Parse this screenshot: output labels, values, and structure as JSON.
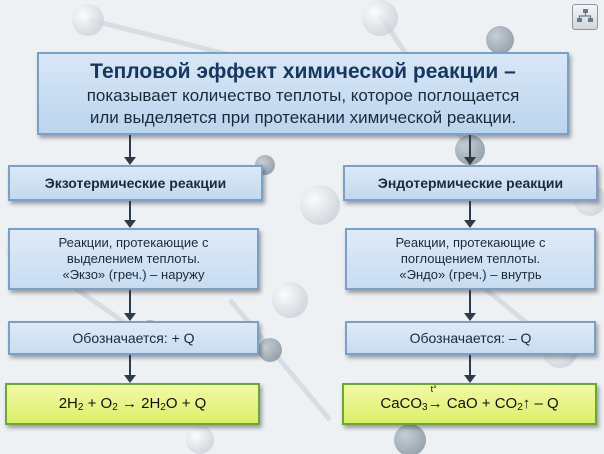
{
  "title": {
    "line1": "Тепловой эффект химической реакции –",
    "line2": "показывает количество теплоты, которое поглощается",
    "line3": "или выделяется при протекании химической реакции."
  },
  "exo": {
    "heading": "Экзотермические реакции",
    "desc": [
      "Реакции, протекающие с",
      "выделением теплоты.",
      "«Экзо» (греч.) – наружу"
    ],
    "sign": "Обозначается: + Q",
    "equation": {
      "p1": "2H",
      "s1": "2",
      "p2": " + O",
      "s2": "2",
      "p3": " → 2H",
      "s3": "2",
      "p4": "O + Q"
    }
  },
  "endo": {
    "heading": "Эндотермические реакции",
    "desc": [
      "Реакции, протекающие с",
      "поглощением теплоты.",
      "«Эндо» (греч.) – внутрь"
    ],
    "sign": "Обозначается: – Q",
    "equation": {
      "p1": "CaCO",
      "s1": "3",
      "cond": "t°",
      "arrow": "→",
      "p2": " CaO + CO",
      "s2": "2",
      "p3": "↑ – Q"
    }
  },
  "colors": {
    "title_border": "#7aa0c8",
    "box_fill": "#c8dcf1",
    "equation_fill": "#dbef6a",
    "arrow": "#2f3b48"
  },
  "icons": [
    "home-navigation-icon"
  ]
}
